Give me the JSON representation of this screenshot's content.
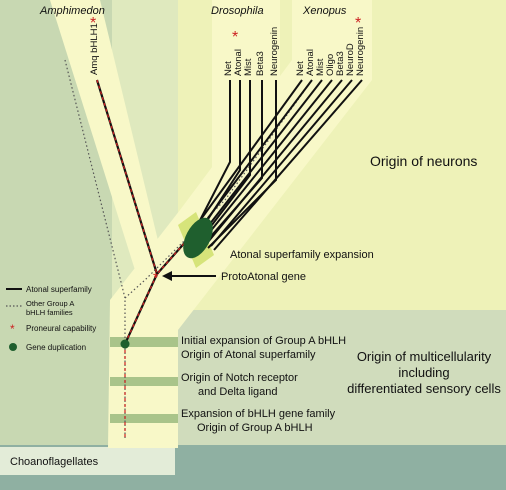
{
  "clades": {
    "amphimedon": "Amphimedon",
    "drosophila": "Drosophila",
    "xenopus": "Xenopus"
  },
  "genes": {
    "amphimedon": [
      "Amq bHLH1"
    ],
    "drosophila": [
      "Net",
      "Atonal",
      "Mist",
      "Beta3",
      "Neurogenin"
    ],
    "xenopus": [
      "Net",
      "Atonal",
      "Mist",
      "Oligo",
      "Beta3",
      "NeuroD",
      "Neurogenin"
    ]
  },
  "labels": {
    "origin_neurons": "Origin of neurons",
    "atonal_expansion": "Atonal superfamily expansion",
    "proto_atonal": "ProtoAtonal gene",
    "initial_expansion": "Initial expansion of Group A bHLH",
    "origin_atonal": "Origin of Atonal superfamily",
    "notch_line1": "Origin of Notch receptor",
    "notch_line2": "and Delta ligand",
    "bhlh_expansion": "Expansion of bHLH gene family",
    "origin_group_a": "Origin of Group A bHLH",
    "multicell_line1": "Origin of multicellularity",
    "multicell_line2": "including",
    "multicell_line3": "differentiated sensory cells",
    "choanoflagellates": "Choanoflagellates"
  },
  "legend": {
    "atonal": "Atonal superfamily",
    "other_line1": "Other Group A",
    "other_line2": "bHLH families",
    "proneural": "Proneural capability",
    "duplication": "Gene duplication"
  },
  "symbols": {
    "asterisk": "*"
  },
  "colors": {
    "bg_green": "#dfe9be",
    "left_green": "#c8d8b2",
    "tree_yellow": "#f8f8c8",
    "neuron_region": "#eef2b8",
    "multicell_region": "#d0dcbc",
    "band": "#a9c48a",
    "bottom": "#8fb0a2",
    "choano_box": "#e3ecd8",
    "duplication": "#1f5f2e",
    "highlight": "#d6e47a",
    "proneural": "#cc2222"
  }
}
